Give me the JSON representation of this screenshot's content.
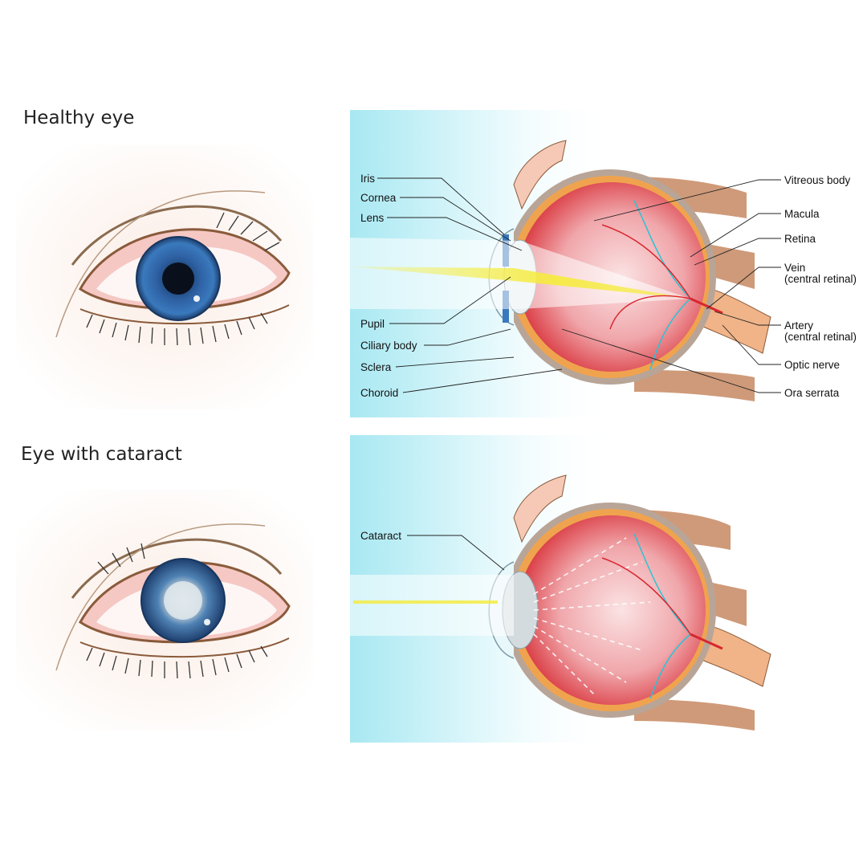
{
  "sections": {
    "healthy": {
      "title": "Healthy eye",
      "labels_left": [
        "Iris",
        "Cornea",
        "Lens",
        "Pupil",
        "Ciliary body",
        "Sclera",
        "Choroid"
      ],
      "labels_right": [
        "Vitreous body",
        "Macula",
        "Retina",
        "Vein",
        "(central retinal)",
        "Artery",
        "(central retinal)",
        "Optic nerve",
        "Ora serrata"
      ]
    },
    "cataract": {
      "title": "Eye with cataract",
      "labels_left": [
        "Cataract"
      ]
    }
  },
  "colors": {
    "iris": "#2f63a6",
    "sclera_red": "#d8262e",
    "vein": "#29c3d6",
    "light_beam": "#f5ec3a",
    "panel_bg": "#a9e9f3",
    "skin": "#f7e3d8"
  }
}
